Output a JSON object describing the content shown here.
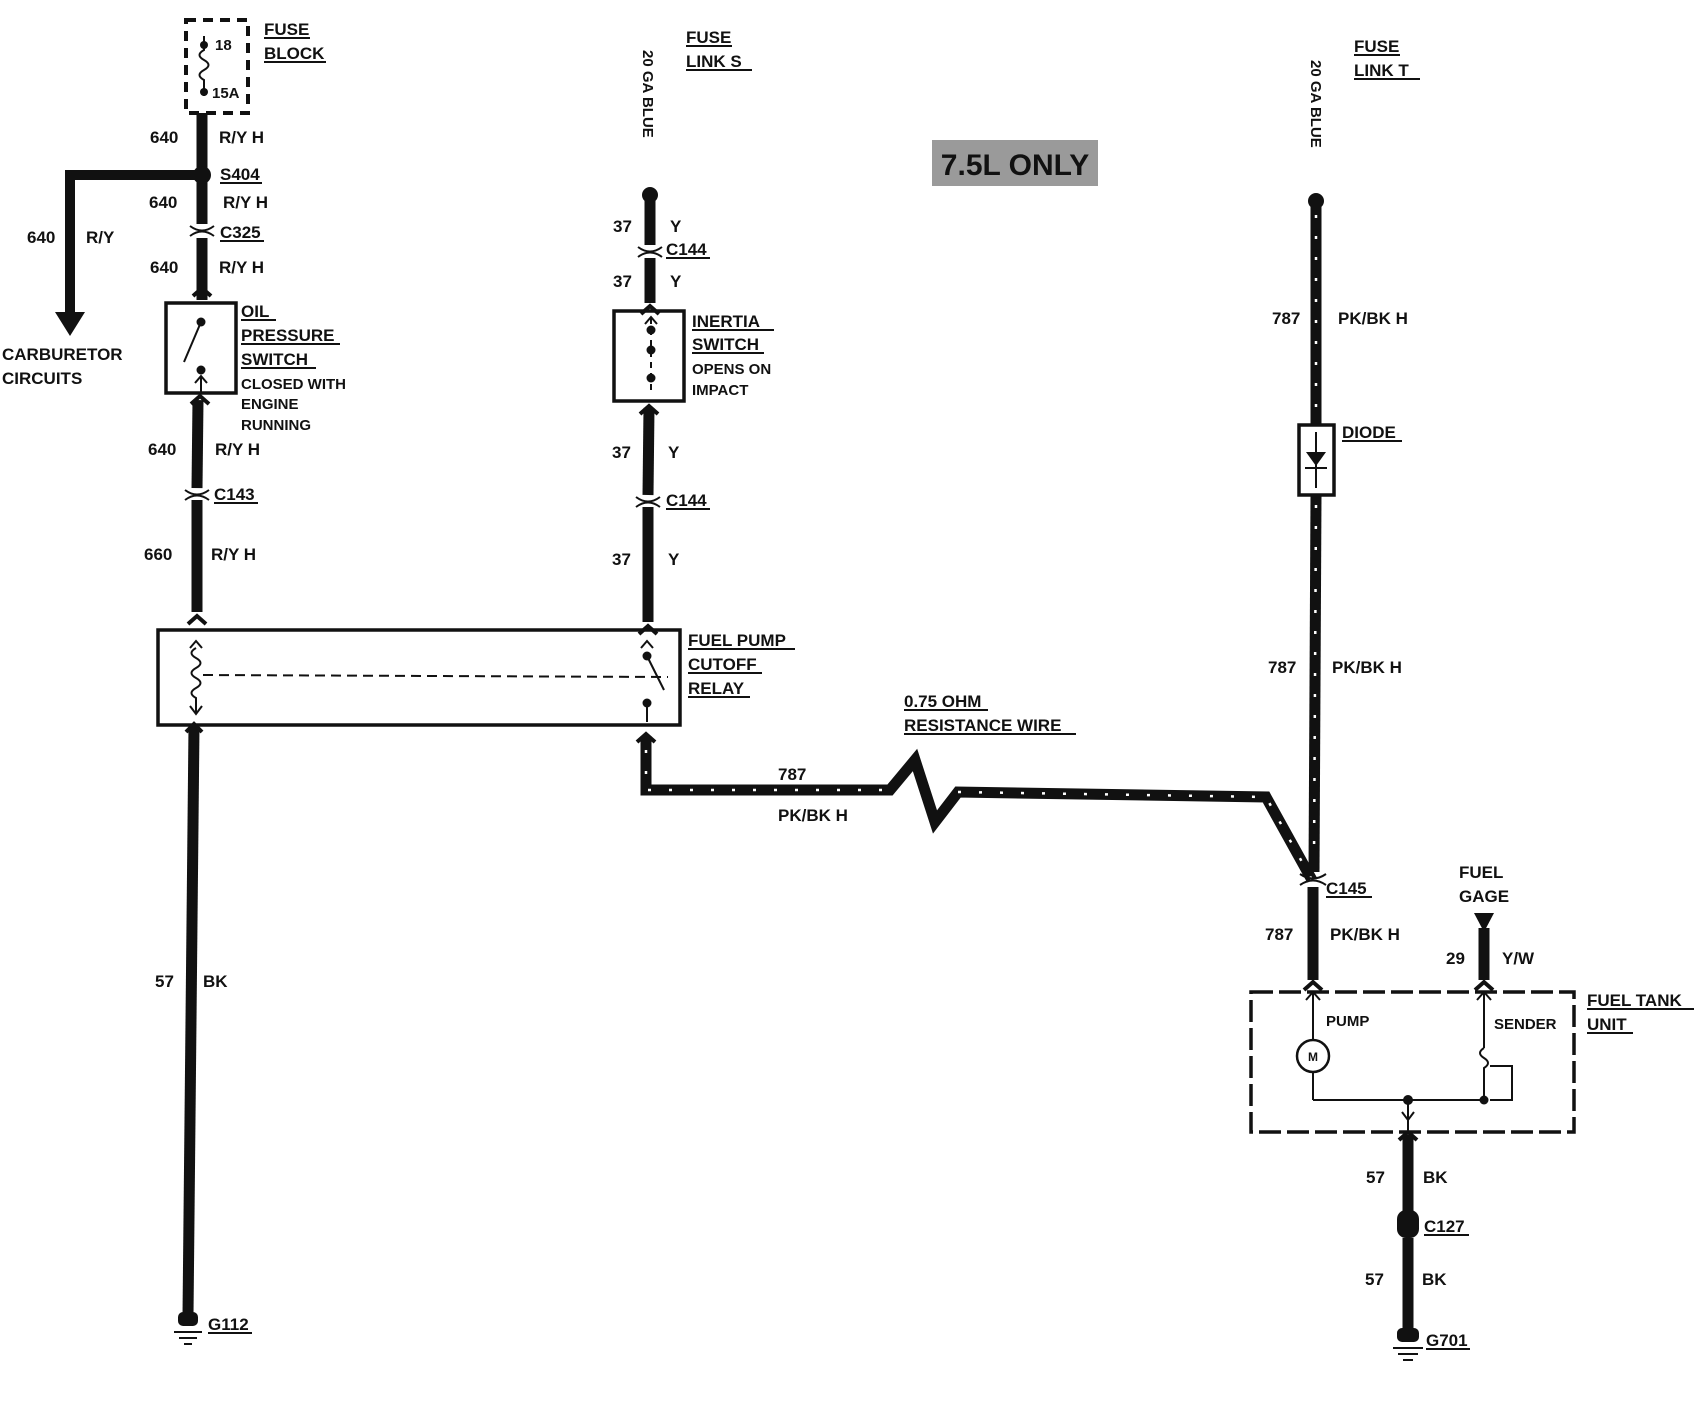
{
  "badge": "7.5L ONLY",
  "sources": {
    "fuse_block": {
      "title_1": "FUSE",
      "title_2": "BLOCK",
      "fuse_number": "18",
      "fuse_rating": "15A"
    },
    "fuse_link_s": {
      "title_1": "FUSE",
      "title_2": "LINK S",
      "wire_gauge": "20 GA BLUE"
    },
    "fuse_link_t": {
      "title_1": "FUSE",
      "title_2": "LINK T",
      "wire_gauge": "20 GA BLUE"
    }
  },
  "splices": {
    "s404": "S404"
  },
  "connectors": {
    "c325": "C325",
    "c143": "C143",
    "c144_top": "C144",
    "c144_bottom": "C144",
    "c145": "C145",
    "c127": "C127"
  },
  "grounds": {
    "g112": "G112",
    "g701": "G701"
  },
  "wires": {
    "w640_a": {
      "circuit": "640",
      "color": "R/Y H"
    },
    "w640_b": {
      "circuit": "640",
      "color": "R/Y H"
    },
    "w640_c": {
      "circuit": "640",
      "color": "R/Y H"
    },
    "w640_d": {
      "circuit": "640",
      "color": "R/Y H"
    },
    "w640_carb": {
      "circuit": "640",
      "color": "R/Y"
    },
    "w660": {
      "circuit": "660",
      "color": "R/Y H"
    },
    "w37_a": {
      "circuit": "37",
      "color": "Y"
    },
    "w37_b": {
      "circuit": "37",
      "color": "Y"
    },
    "w37_c": {
      "circuit": "37",
      "color": "Y"
    },
    "w37_d": {
      "circuit": "37",
      "color": "Y"
    },
    "w787_a": {
      "circuit": "787",
      "color": "PK/BK H"
    },
    "w787_b": {
      "circuit": "787",
      "color": "PK/BK H"
    },
    "w787_c": {
      "circuit": "787",
      "color": "PK/BK H"
    },
    "w787_d": {
      "circuit": "787",
      "color": "PK/BK H"
    },
    "w57_left": {
      "circuit": "57",
      "color": "BK"
    },
    "w57_r1": {
      "circuit": "57",
      "color": "BK"
    },
    "w57_r2": {
      "circuit": "57",
      "color": "BK"
    },
    "w29": {
      "circuit": "29",
      "color": "Y/W"
    }
  },
  "components": {
    "carburetor": {
      "line_1": "CARBURETOR",
      "line_2": "CIRCUITS"
    },
    "oil_pressure_switch": {
      "line_1": "OIL",
      "line_2": "PRESSURE",
      "line_3": "SWITCH",
      "note_1": "CLOSED WITH",
      "note_2": "ENGINE",
      "note_3": "RUNNING"
    },
    "inertia_switch": {
      "line_1": "INERTIA",
      "line_2": "SWITCH",
      "note_1": "OPENS ON",
      "note_2": "IMPACT"
    },
    "relay": {
      "line_1": "FUEL PUMP",
      "line_2": "CUTOFF",
      "line_3": "RELAY"
    },
    "resistance_wire": {
      "line_1": "0.75 OHM",
      "line_2": "RESISTANCE WIRE"
    },
    "diode": {
      "label": "DIODE"
    },
    "fuel_gage": {
      "line_1": "FUEL",
      "line_2": "GAGE"
    },
    "fuel_tank_unit": {
      "line_1": "FUEL TANK",
      "line_2": "UNIT",
      "pump": "PUMP",
      "sender": "SENDER",
      "motor": "M"
    }
  }
}
